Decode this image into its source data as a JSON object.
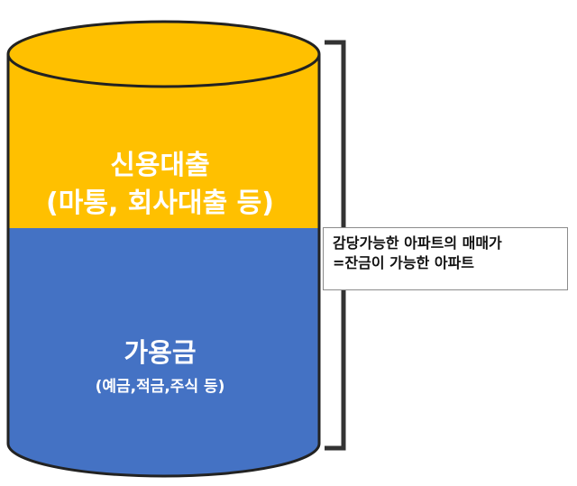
{
  "cylinder": {
    "top_segment": {
      "title": "신용대출",
      "subtitle": "(마통, 회사대출 등)",
      "color": "#FFC000"
    },
    "bottom_segment": {
      "title": "가용금",
      "subtitle": "(예금,적금,주식 등)",
      "color": "#4472C4"
    },
    "outline_color": "#222222"
  },
  "note": {
    "line1": "감당가능한 아파트의 매매가",
    "line2": "=잔금이 가능한 아파트"
  }
}
